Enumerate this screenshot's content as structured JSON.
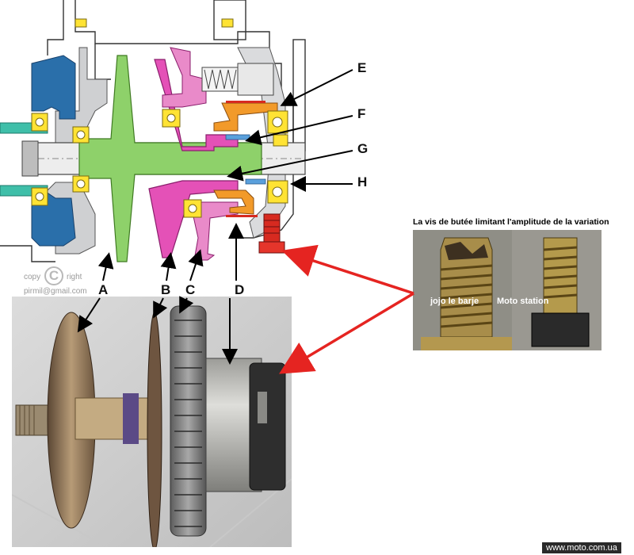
{
  "diagram": {
    "labels": {
      "A": "A",
      "B": "B",
      "C": "C",
      "D": "D",
      "E": "E",
      "F": "F",
      "G": "G",
      "H": "H"
    },
    "copyright_word1": "copy",
    "copyright_symbol": "C",
    "copyright_word2": "right",
    "copyright_email": "pirmil@gmail.com"
  },
  "inset": {
    "title": "La vis de butée limitant l'amplitude de la variation",
    "caption_left": "jojo le barje",
    "caption_right": "Moto station"
  },
  "watermark": "www.moto.com.ua",
  "colors": {
    "hub_green": "#8ed16a",
    "pulley_pink": "#e451b7",
    "pink_light": "#e98ac9",
    "housing_blue": "#2a6faa",
    "cyan_shaft": "#3fbfa9",
    "bearing_yellow": "#ffe334",
    "orange_part": "#f29a2a",
    "bolt_red": "#d72a20",
    "arrow_red": "#e52421"
  }
}
